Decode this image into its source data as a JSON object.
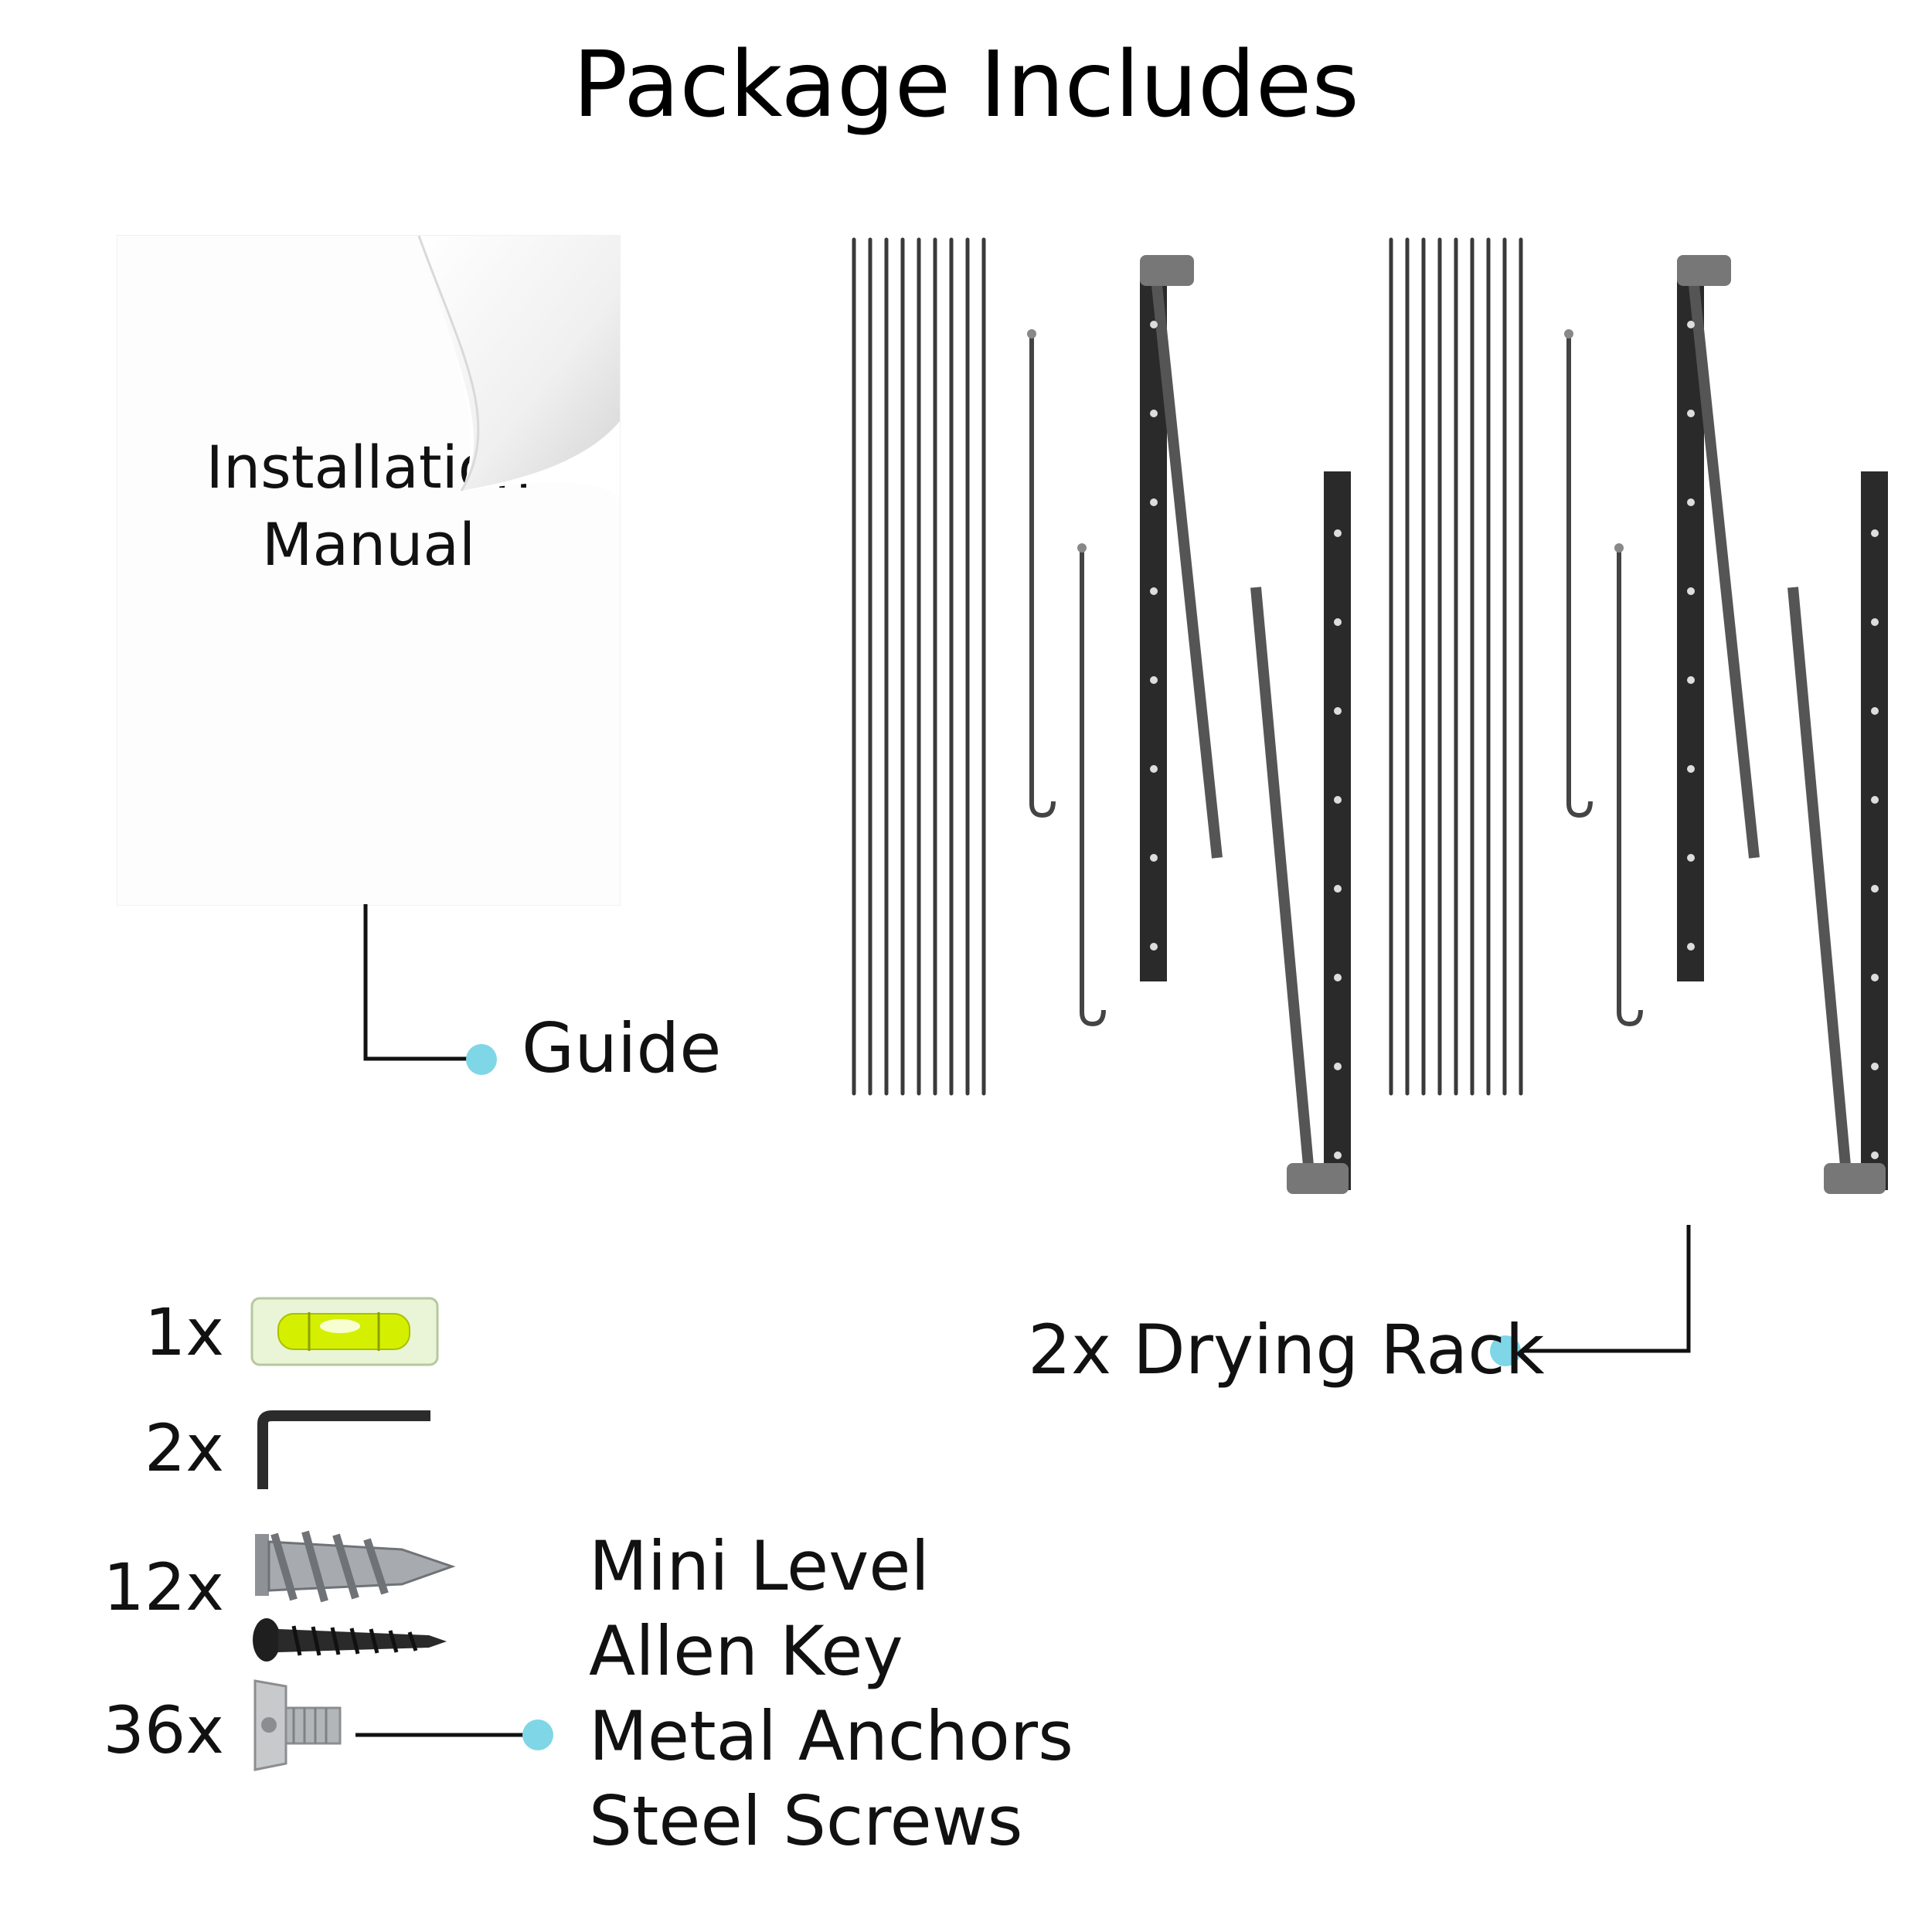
{
  "title": "Package Includes",
  "manual": {
    "line1": "Installation",
    "line2": "Manual"
  },
  "callouts": {
    "guide": "Guide",
    "rack": "2x Drying Rack"
  },
  "hardware": {
    "quantities": [
      "1x",
      "2x",
      "12x",
      "36x"
    ],
    "items": [
      "Mini Level",
      "Allen Key",
      "Metal Anchors",
      "Steel Screws"
    ]
  },
  "colors": {
    "accent_dot": "#7fd6e6",
    "metal_dark": "#2a2a2a",
    "level_green": "#d4f000"
  }
}
